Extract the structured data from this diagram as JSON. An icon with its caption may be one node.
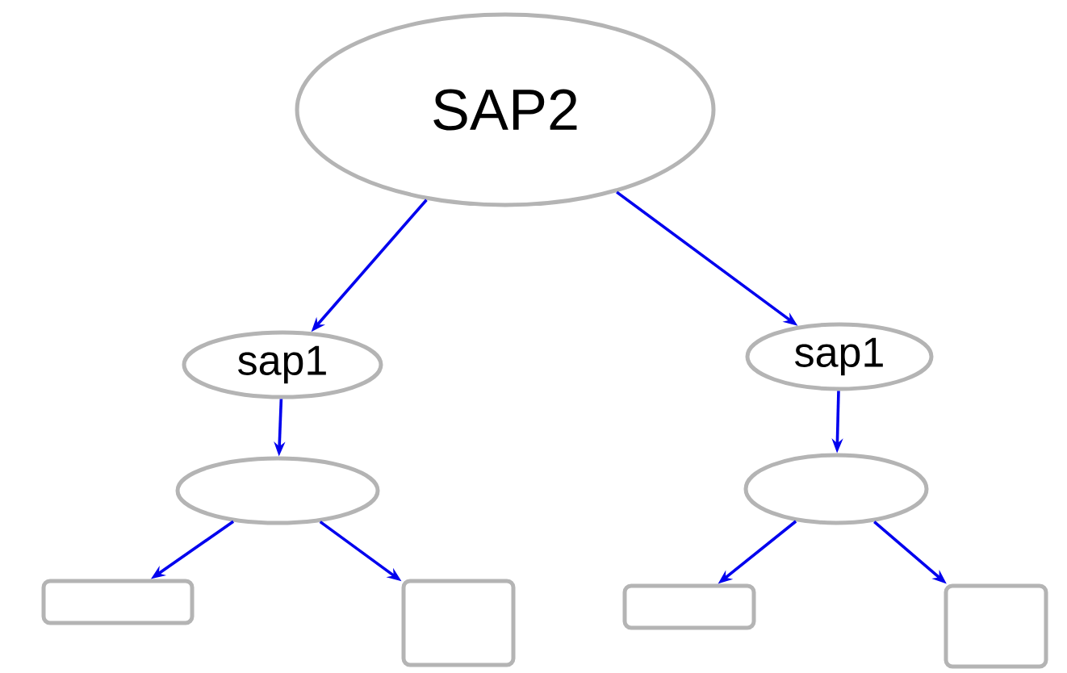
{
  "diagram": {
    "nodes": [
      {
        "text": [
          "SAP2"
        ]
      },
      {
        "text": [
          "sap1"
        ]
      },
      {
        "text": [
          "sap1"
        ]
      },
      {
        "text": [],
        "shape": "ellipse"
      },
      {
        "text": [],
        "shape": "ellipse"
      },
      {
        "text": [],
        "shape": "box"
      },
      {
        "text": [],
        "shape": "box"
      },
      {
        "text": [],
        "shape": "box"
      },
      {
        "text": [],
        "shape": "box"
      }
    ],
    "edges": [
      {
        "from": 0,
        "to": 1,
        "arrow": "to"
      },
      {
        "from": 0,
        "to": 2,
        "arrow": "to"
      },
      {
        "from": 1,
        "to": 3,
        "arrow": "to"
      },
      {
        "from": 2,
        "to": 4,
        "arrow": "to"
      },
      {
        "from": 3,
        "to": 5,
        "arrow": "to"
      },
      {
        "from": 3,
        "to": 6,
        "arrow": "to"
      },
      {
        "from": 4,
        "to": 7,
        "arrow": "to"
      },
      {
        "from": 4,
        "to": 8,
        "arrow": "to"
      }
    ]
  }
}
